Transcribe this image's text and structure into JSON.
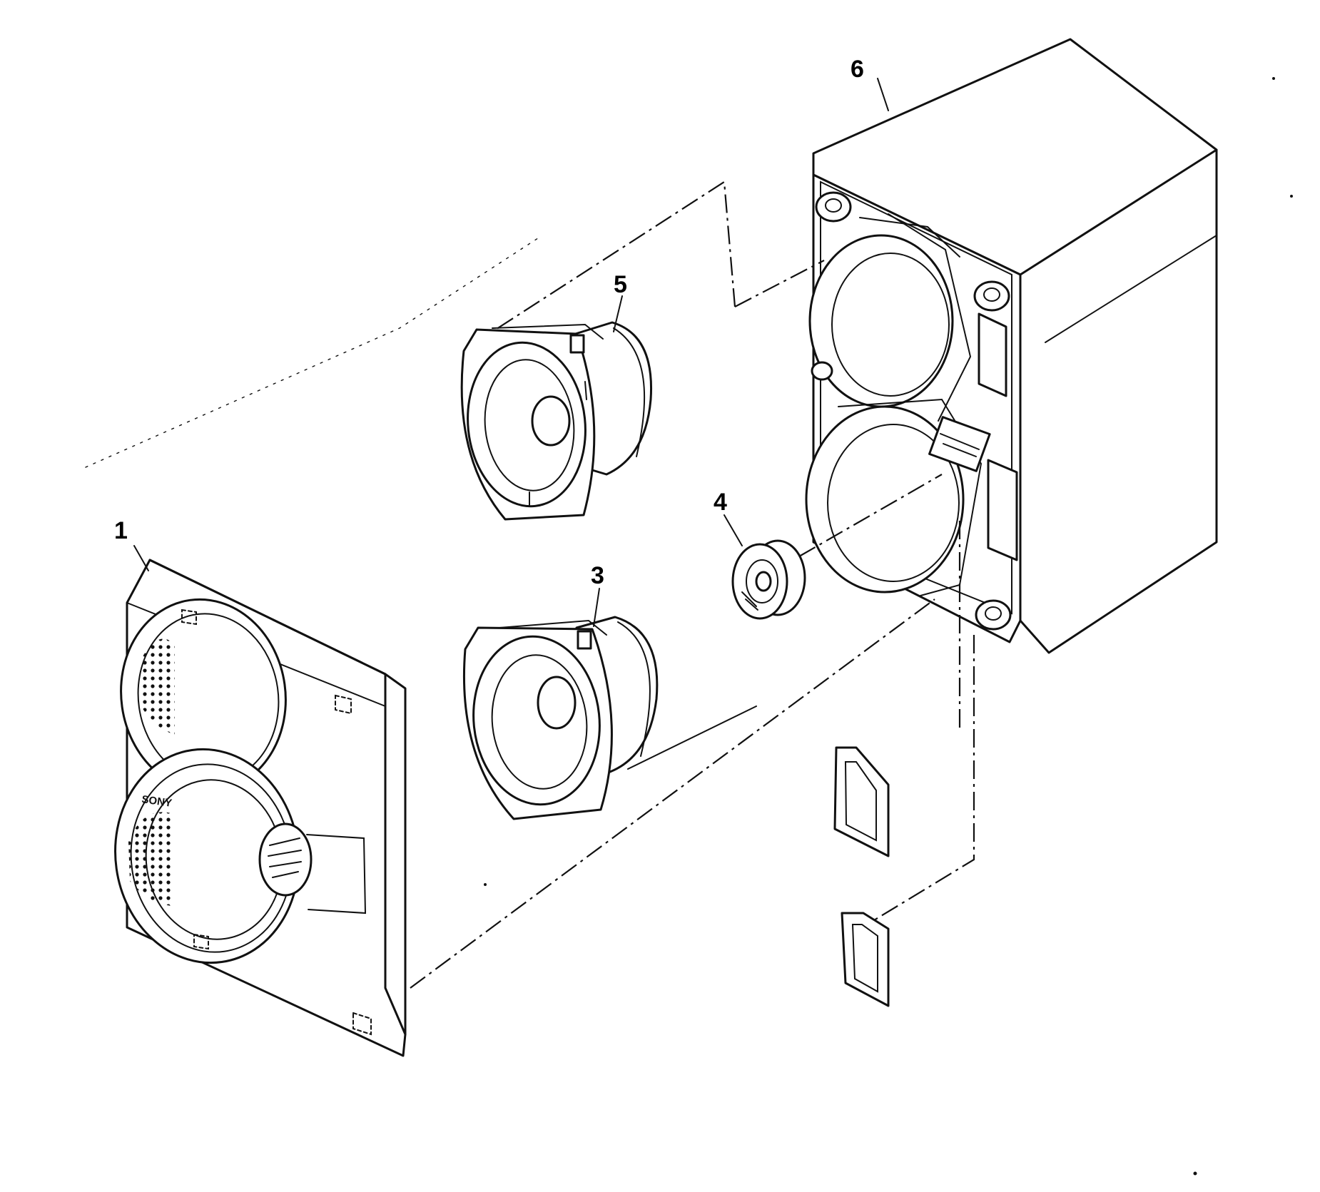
{
  "callouts": {
    "front_grille": "1",
    "woofer_lower": "3",
    "tweeter": "4",
    "woofer_upper": "5",
    "cabinet": "6"
  },
  "logo_text": "SONY",
  "colors": {
    "ink": "#111111",
    "background": "#ffffff"
  }
}
